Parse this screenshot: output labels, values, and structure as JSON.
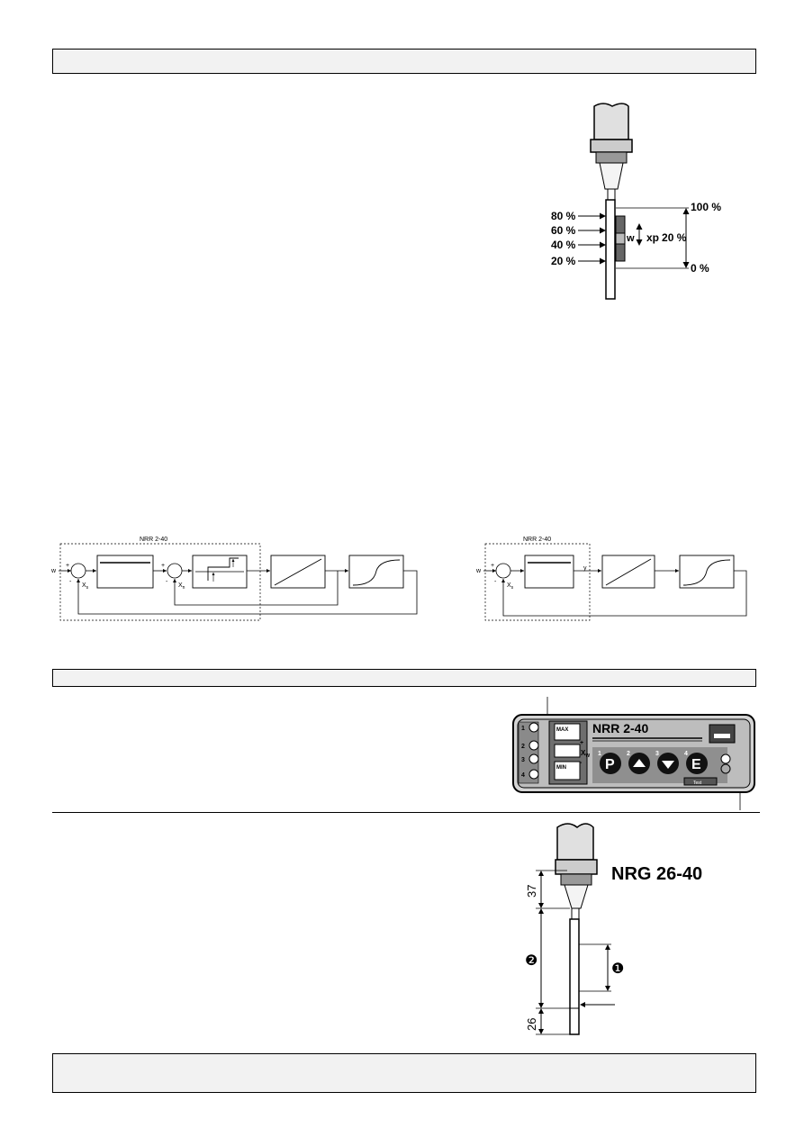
{
  "level_fig": {
    "labels_left": [
      "80 %",
      "60 %",
      "40 %",
      "20 %"
    ],
    "label_top": "100 %",
    "label_bottom": "0 %",
    "w": "w",
    "xp": "xp",
    "xp_value": "20 %"
  },
  "block_left": {
    "title": "NRR 2-40",
    "w": "w",
    "plus1": "+",
    "minus1": "-",
    "xs": "X",
    "xs_sub": "s",
    "plus2": "+",
    "minus2": "-",
    "xn": "X",
    "xn_sub": "n"
  },
  "block_right": {
    "title": "NRR 2-40",
    "w": "w",
    "plus": "+",
    "minus": "-",
    "xs": "X",
    "xs_sub": "s",
    "y": "y"
  },
  "panel": {
    "title": "NRR 2-40",
    "terminals": [
      "1",
      "2",
      "3",
      "4"
    ],
    "max": "MAX",
    "min": "MIN",
    "xw": "X",
    "xw_sub": "W",
    "plus": "+",
    "minus": "-",
    "buttons": [
      {
        "num": "1",
        "glyph": "P"
      },
      {
        "num": "2",
        "glyph": ""
      },
      {
        "num": "3",
        "glyph": ""
      },
      {
        "num": "4",
        "glyph": "E"
      }
    ],
    "test": "Test"
  },
  "probe": {
    "title": "NRG 26-40",
    "dim_top": "37",
    "dim_bottom": "26",
    "marker_1": "❶",
    "marker_2": "❷"
  }
}
